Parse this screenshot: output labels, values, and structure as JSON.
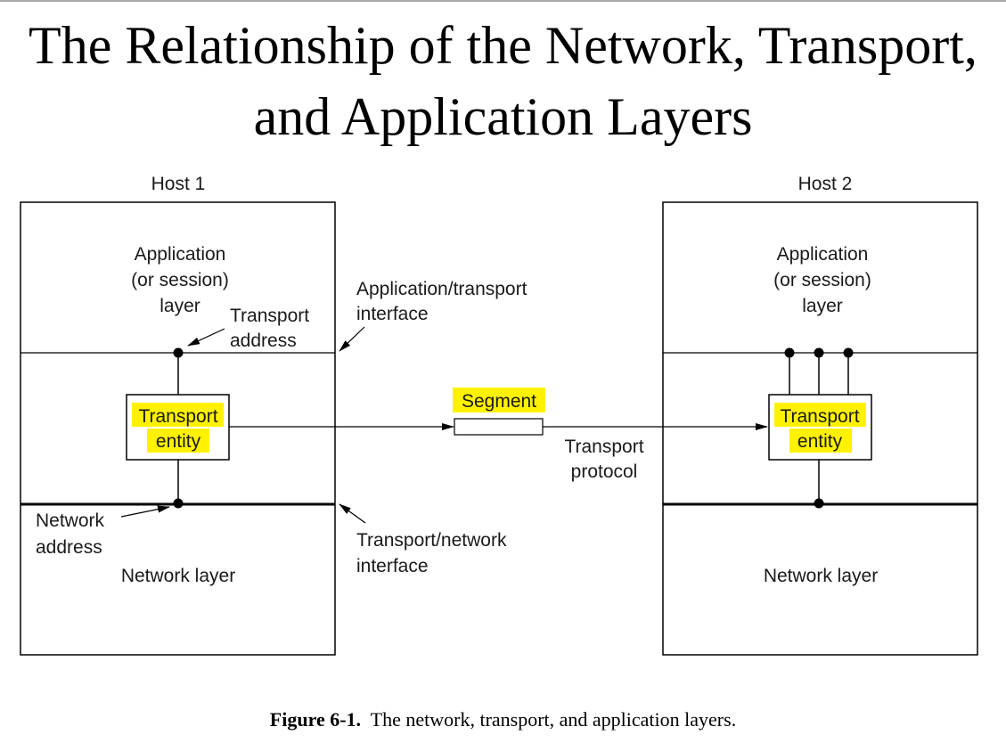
{
  "title": {
    "line1": "The Relationship of the Network, Transport,",
    "line2": "and Application Layers"
  },
  "diagram": {
    "host1": {
      "name": "Host 1",
      "app_layer": [
        "Application",
        "(or session)",
        "layer"
      ],
      "transport_entity": [
        "Transport",
        "entity"
      ],
      "network_layer": "Network layer"
    },
    "host2": {
      "name": "Host 2",
      "app_layer": [
        "Application",
        "(or session)",
        "layer"
      ],
      "transport_entity": [
        "Transport",
        "entity"
      ],
      "network_layer": "Network layer"
    },
    "labels": {
      "transport_address": [
        "Transport",
        "address"
      ],
      "network_address": [
        "Network",
        "address"
      ],
      "app_transport_interface": [
        "Application/transport",
        "interface"
      ],
      "transport_network_interface": [
        "Transport/network",
        "interface"
      ],
      "segment": "Segment",
      "transport_protocol": [
        "Transport",
        "protocol"
      ]
    },
    "highlight_color": "#fff200"
  },
  "caption": {
    "label": "Figure 6-1.",
    "text": "The network, transport, and application layers."
  }
}
